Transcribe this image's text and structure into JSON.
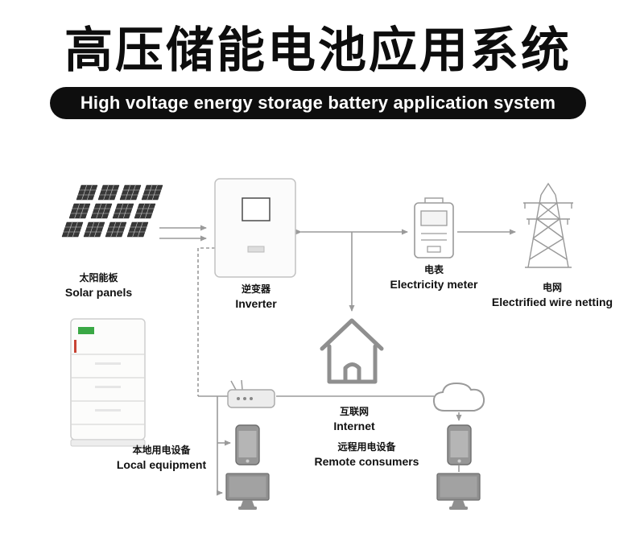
{
  "header": {
    "title_cn": "高压储能电池应用系统",
    "subtitle_en": "High voltage energy storage battery application system"
  },
  "diagram": {
    "nodes": {
      "solar": {
        "label_cn": "太阳能板",
        "label_en": "Solar panels"
      },
      "inverter": {
        "label_cn": "逆变器",
        "label_en": "Inverter"
      },
      "meter": {
        "label_cn": "电表",
        "label_en": "Electricity meter"
      },
      "grid": {
        "label_cn": "电网",
        "label_en": "Electrified wire netting"
      },
      "internet": {
        "label_cn": "互联网",
        "label_en": "Internet"
      },
      "local": {
        "label_cn": "本地用电设备",
        "label_en": "Local equipment"
      },
      "remote": {
        "label_cn": "远程用电设备",
        "label_en": "Remote consumers"
      }
    },
    "colors": {
      "title": "#0d0d0d",
      "pill_background": "#0e0e0e",
      "pill_text": "#ffffff",
      "line": "#9a9a9a",
      "icon_gray": "#8f8f8f",
      "solar_panel": "#383838",
      "battery_display_green": "#3aa845",
      "battery_logo_red": "#c84334"
    }
  }
}
